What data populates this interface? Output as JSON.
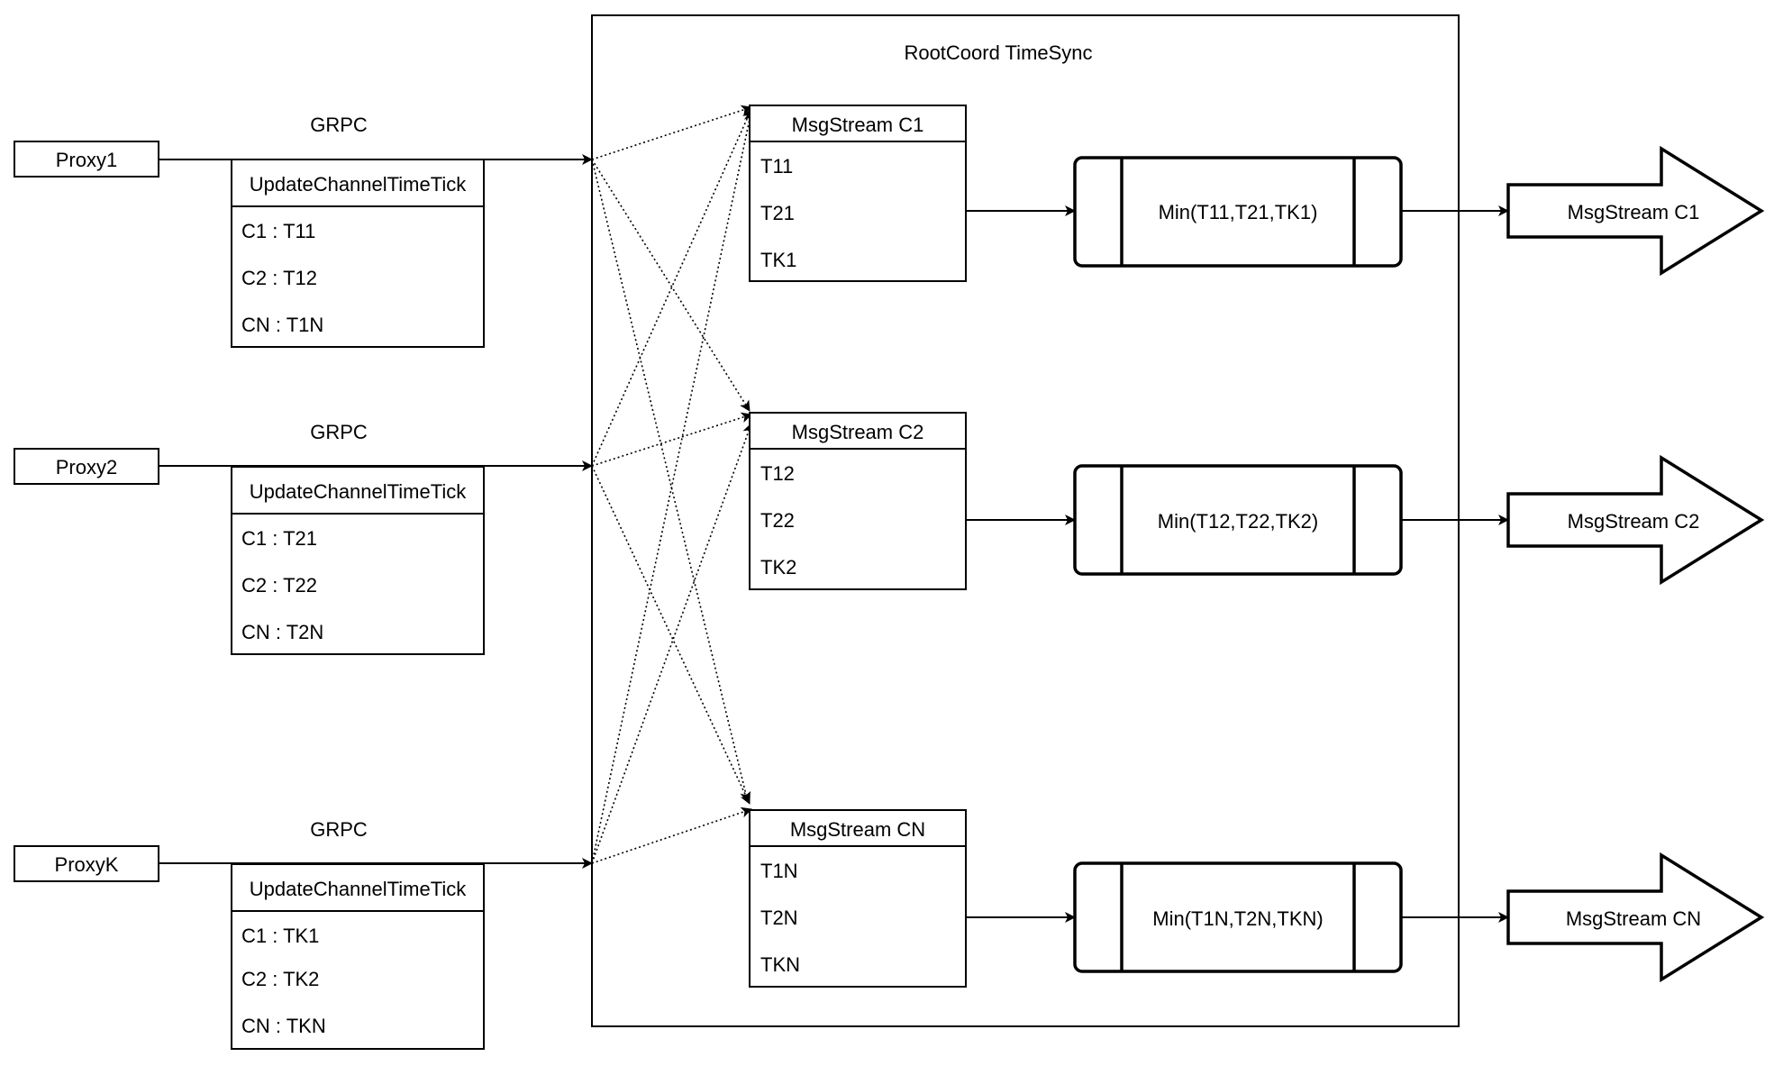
{
  "container": {
    "title": "RootCoord TimeSync"
  },
  "proxies": [
    {
      "name": "Proxy1",
      "protocol": "GRPC",
      "table": {
        "header": "UpdateChannelTimeTick",
        "rows": [
          "C1 :  T11",
          "C2 :  T12",
          "CN : T1N"
        ]
      }
    },
    {
      "name": "Proxy2",
      "protocol": "GRPC",
      "table": {
        "header": "UpdateChannelTimeTick",
        "rows": [
          "C1 :  T21",
          "C2 :  T22",
          "CN : T2N"
        ]
      }
    },
    {
      "name": "ProxyK",
      "protocol": "GRPC",
      "table": {
        "header": "UpdateChannelTimeTick",
        "rows": [
          "C1 :  TK1",
          "C2 :  TK2",
          "CN : TKN"
        ]
      }
    }
  ],
  "streams": [
    {
      "header": "MsgStream C1",
      "rows": [
        "T11",
        "T21",
        "TK1"
      ],
      "min": "Min(T11,T21,TK1)",
      "output": "MsgStream C1"
    },
    {
      "header": "MsgStream C2",
      "rows": [
        "T12",
        "T22",
        "TK2"
      ],
      "min": "Min(T12,T22,TK2)",
      "output": "MsgStream C2"
    },
    {
      "header": "MsgStream CN",
      "rows": [
        "T1N",
        "T2N",
        "TKN"
      ],
      "min": "Min(T1N,T2N,TKN)",
      "output": "MsgStream CN"
    }
  ]
}
